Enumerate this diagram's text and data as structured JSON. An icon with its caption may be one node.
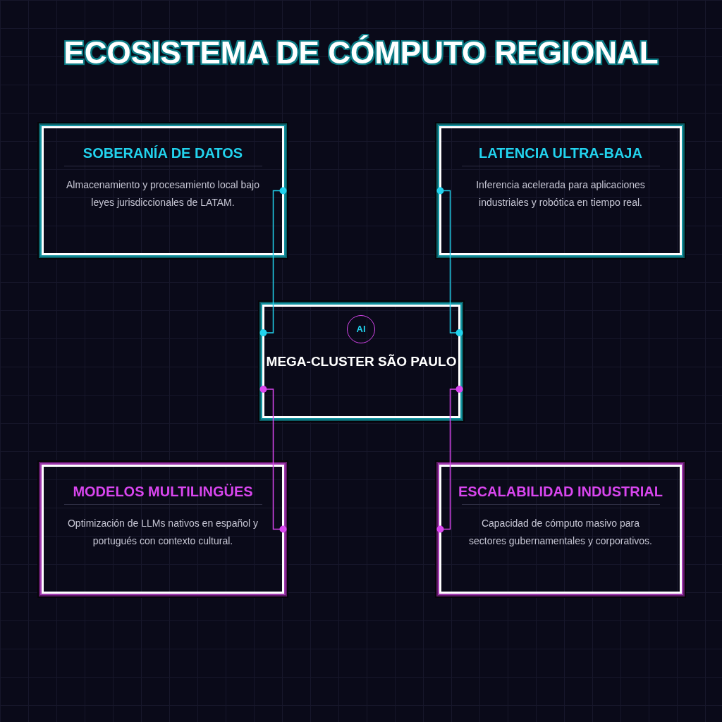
{
  "diagram": {
    "title": "ECOSISTEMA DE CÓMPUTO REGIONAL",
    "nodes": [
      {
        "text": [
          "SOBERANÍA DE DATOS",
          "Almacenamiento y procesamiento local bajo leyes jurisdiccionales de LATAM."
        ]
      },
      {
        "text": [
          "LATENCIA ULTRA-BAJA",
          "Inferencia acelerada para aplicaciones industriales y robótica en tiempo real."
        ]
      },
      {
        "text": [
          "MEGA-CLUSTER SÃO PAULO"
        ]
      },
      {
        "text": [
          "AI"
        ],
        "in": 2
      },
      {
        "text": [
          "MODELOS MULTILINGÜES",
          "Optimización de LLMs nativos en español y portugués con contexto cultural."
        ]
      },
      {
        "text": [
          "ESCALABILIDAD INDUSTRIAL",
          "Capacidad de cómputo masivo para sectores gubernamentales y corporativos."
        ]
      }
    ],
    "edges": [
      {
        "from": 0,
        "to": 2,
        "arrow": "other",
        "color": "#22d3ee"
      },
      {
        "from": 1,
        "to": 2,
        "arrow": "other",
        "color": "#22d3ee"
      },
      {
        "from": 4,
        "to": 2,
        "arrow": "other",
        "color": "#d946ef"
      },
      {
        "from": 5,
        "to": 2,
        "arrow": "other",
        "color": "#d946ef"
      }
    ]
  }
}
